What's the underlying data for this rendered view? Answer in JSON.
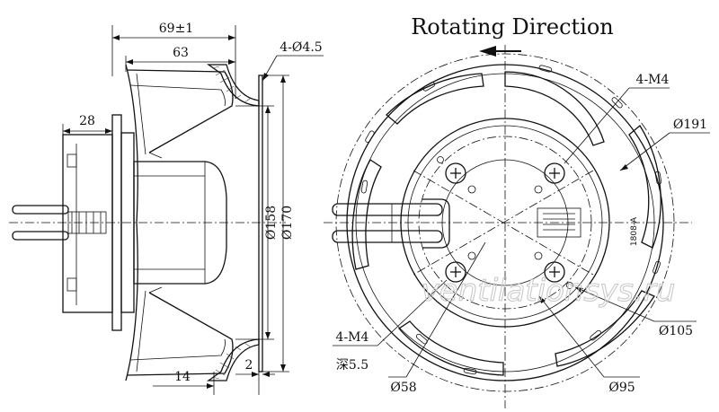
{
  "title": "Rotating Direction",
  "watermark": "ventilationsys.ru",
  "side_view": {
    "overall_width": "69±1",
    "impeller_width": "63",
    "connector_depth": "28",
    "mount_holes": "4-Ø4.5",
    "inner_diameter": "Ø158",
    "outer_diameter": "Ø170",
    "flange_offset": "14",
    "flange_thickness": "2"
  },
  "front_view": {
    "thread_holes_top": "4-M4",
    "outer_circle": "Ø191",
    "thread_holes_bottom": "4-M4",
    "thread_depth": "深5.5",
    "hub_diameter": "Ø58",
    "circle_105": "Ø105",
    "circle_95": "Ø95",
    "label_code": "1808-A"
  },
  "colors": {
    "line": "#111111",
    "watermark": "#c9c9c9",
    "background": "#ffffff"
  }
}
